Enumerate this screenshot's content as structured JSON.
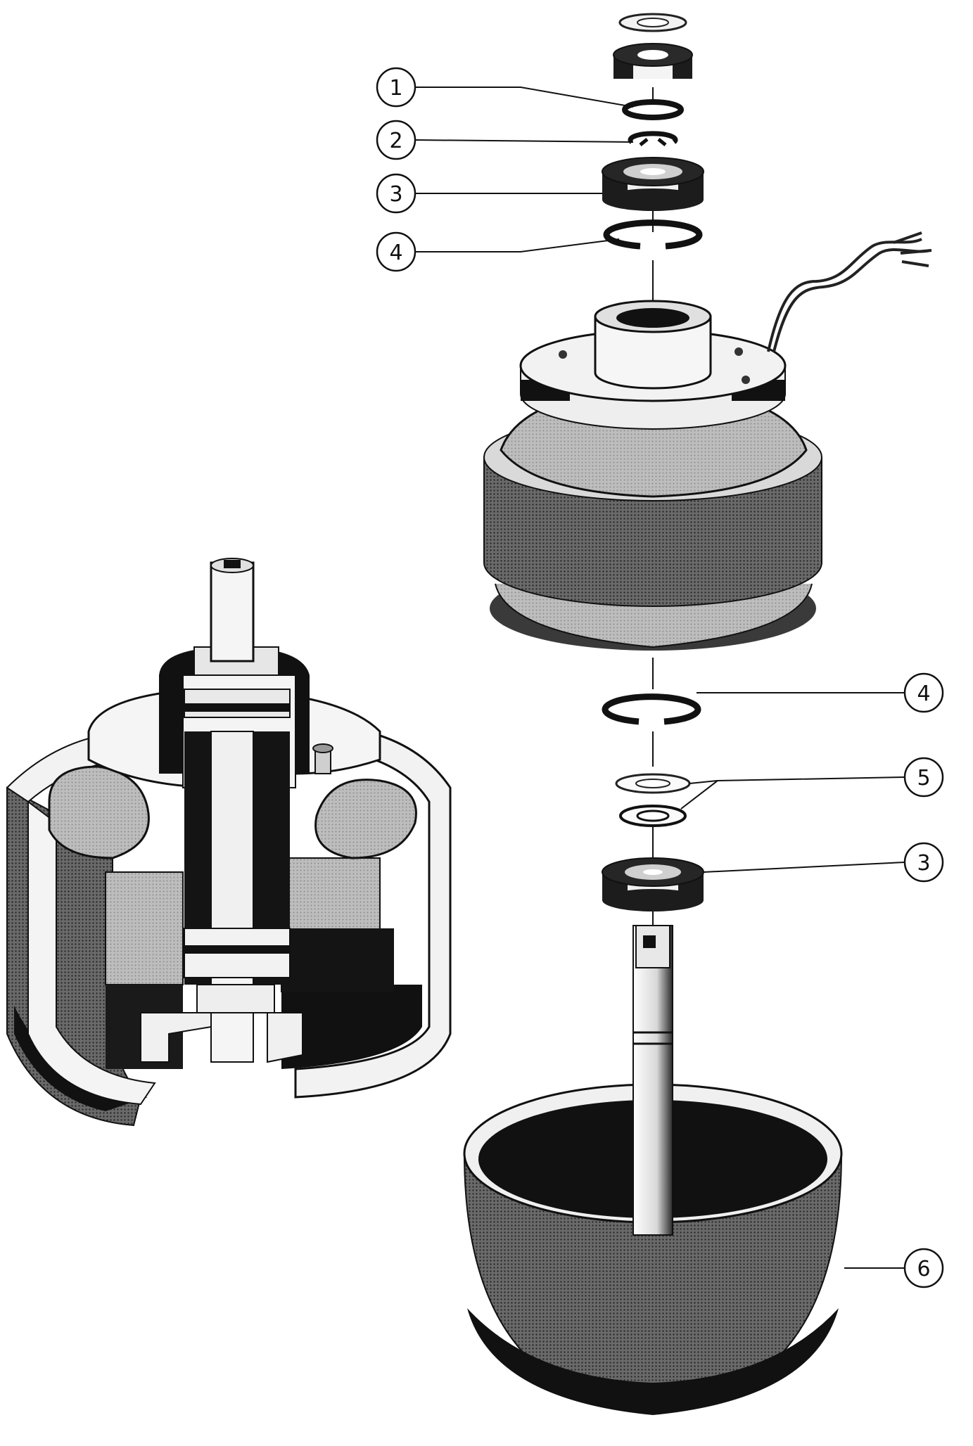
{
  "diagram": {
    "colors": {
      "ink": "#111111",
      "mid": "#555555",
      "light": "#e9e9e9",
      "paper": "#ffffff"
    },
    "callouts": [
      {
        "id": "c1",
        "label": "1"
      },
      {
        "id": "c2",
        "label": "2"
      },
      {
        "id": "c3a",
        "label": "3"
      },
      {
        "id": "c4a",
        "label": "4"
      },
      {
        "id": "c4b",
        "label": "4"
      },
      {
        "id": "c5",
        "label": "5"
      },
      {
        "id": "c3b",
        "label": "3"
      },
      {
        "id": "c6",
        "label": "6"
      }
    ]
  }
}
